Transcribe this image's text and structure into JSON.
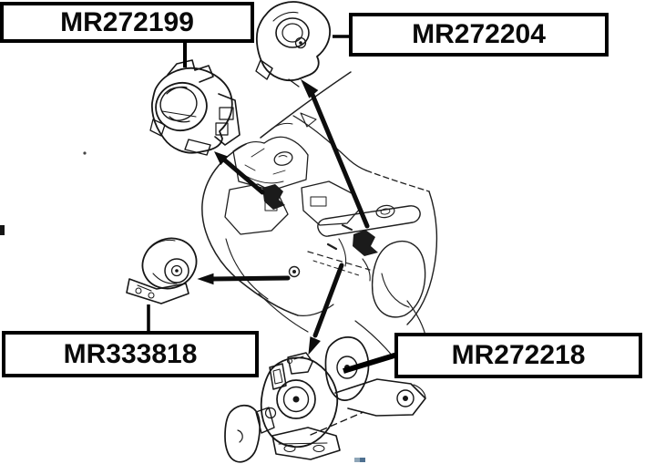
{
  "diagram": {
    "background_color": "#ffffff",
    "ink_color": "#000000",
    "scan_artifact_color": "#4e7090",
    "callouts": {
      "top_left": {
        "part_number": "MR272199"
      },
      "top_right": {
        "part_number": "MR272204"
      },
      "bottom_left": {
        "part_number": "MR333818"
      },
      "bottom_right": {
        "part_number": "MR272218"
      }
    }
  }
}
